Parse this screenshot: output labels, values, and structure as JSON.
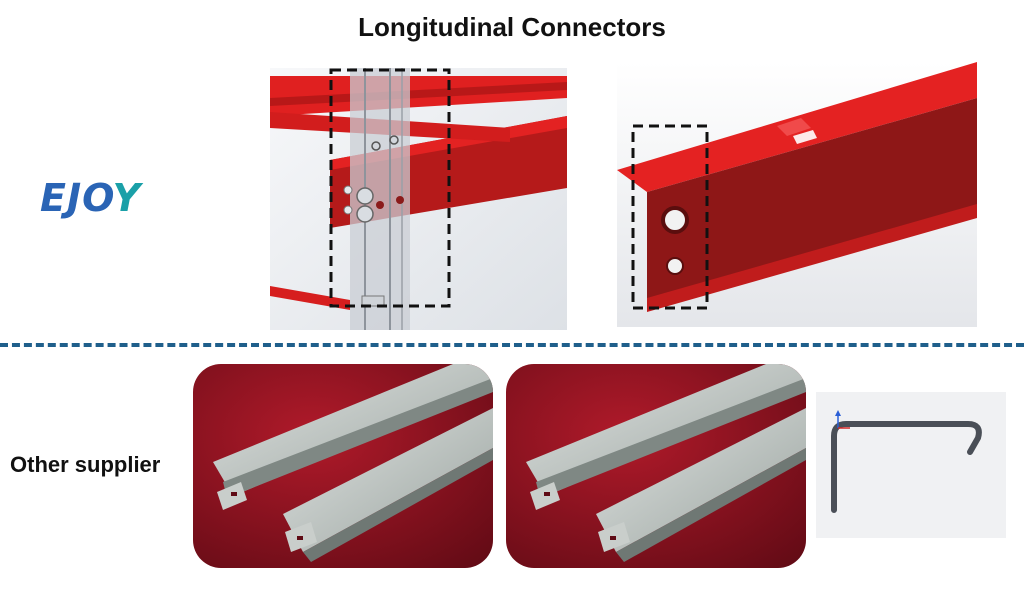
{
  "title": "Longitudinal Connectors",
  "logo": {
    "text_main": "EJO",
    "text_end": "Y"
  },
  "side_label": "Other supplier",
  "colors": {
    "accent_red": "#d81e1e",
    "dark_red": "#8b1a1a",
    "divider_blue": "#1f5f8b",
    "logo_blue": "#2a64b5",
    "logo_teal": "#1aa0a8",
    "velvet": "#8a1220"
  }
}
